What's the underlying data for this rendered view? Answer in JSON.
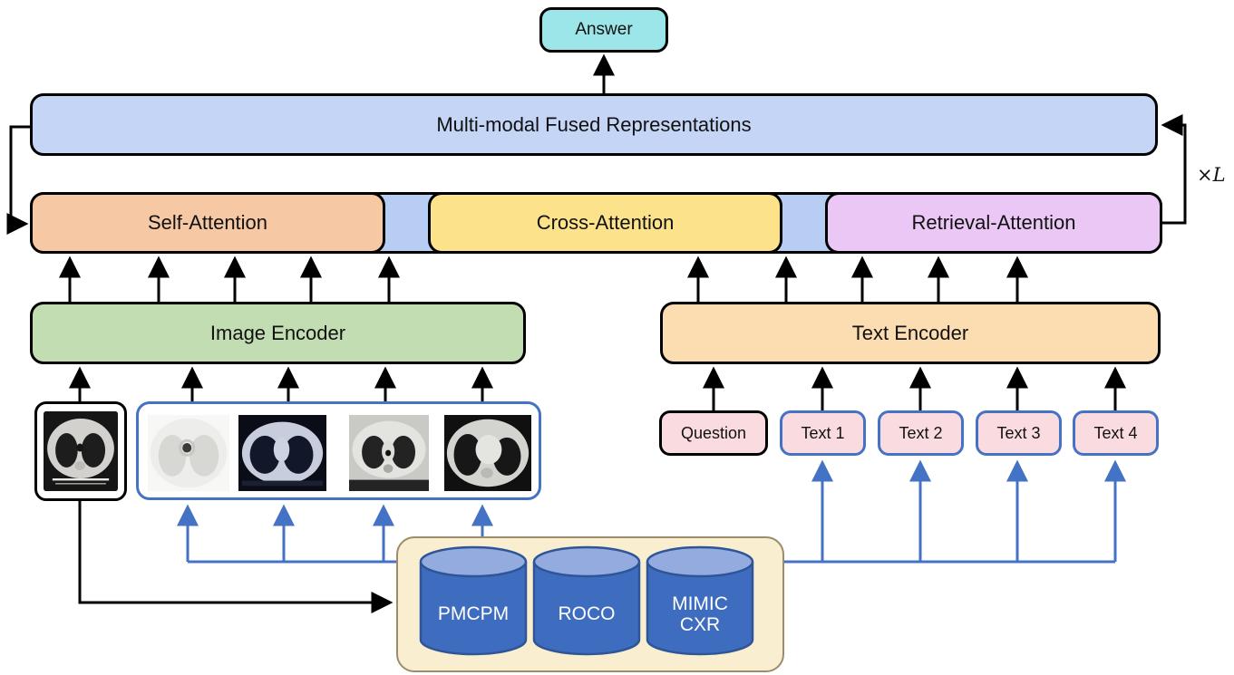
{
  "diagram": {
    "answer_label": "Answer",
    "fused_label": "Multi-modal Fused Representations",
    "loop_label": "×L",
    "attention": {
      "self_label": "Self-Attention",
      "cross_label": "Cross-Attention",
      "retrieval_label": "Retrieval-Attention"
    },
    "encoders": {
      "image_label": "Image Encoder",
      "text_label": "Text Encoder"
    },
    "inputs": {
      "question_label": "Question",
      "texts": [
        "Text 1",
        "Text 2",
        "Text 3",
        "Text 4"
      ]
    },
    "databases": [
      "PMCPM",
      "ROCO",
      "MIMIC CXR"
    ],
    "images": {
      "query": "query-chest-ct-image",
      "retrieved": [
        "retrieved-chest-ct-1",
        "retrieved-chest-ct-2",
        "retrieved-chest-ct-3",
        "retrieved-chest-ct-4"
      ]
    }
  },
  "colors": {
    "answer": "#9ce5e8",
    "fused": "#c4d5f6",
    "strip": "#b7cdf4",
    "self_attn": "#f6c9a4",
    "cross_attn": "#fbe28b",
    "retrieval_attn": "#ebc7f6",
    "image_encoder": "#c3ddb3",
    "text_encoder": "#fcdcb1",
    "pink": "#fadce0",
    "blue": "#4472c4",
    "db_bg": "#faeed0",
    "db_border": "#9b8d6c",
    "cyl_body": "#3e6cbe",
    "cyl_top": "#93abdf",
    "cyl_stroke": "#2e5597"
  }
}
